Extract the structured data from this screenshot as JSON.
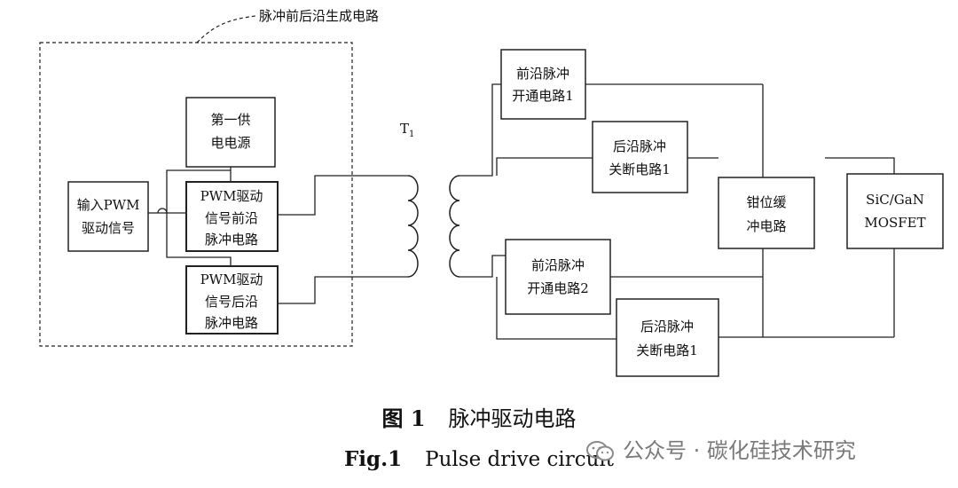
{
  "diagram": {
    "group_label": "脉冲前后沿生成电路",
    "transformer_label": "T",
    "transformer_subscript": "1",
    "blocks": {
      "pwm_input": [
        "输入PWM",
        "驱动信号"
      ],
      "power_supply": [
        "第一供",
        "电电源"
      ],
      "leading_gen": [
        "PWM驱动",
        "信号前沿",
        "脉冲电路"
      ],
      "trailing_gen": [
        "PWM驱动",
        "信号后沿",
        "脉冲电路"
      ],
      "leading_on_1": [
        "前沿脉冲",
        "开通电路1"
      ],
      "trailing_off_1": [
        "后沿脉冲",
        "关断电路1"
      ],
      "leading_on_2": [
        "前沿脉冲",
        "开通电路2"
      ],
      "trailing_off_2": [
        "后沿脉冲",
        "关断电路1"
      ],
      "clamp": [
        "钳位缓",
        "冲电路"
      ],
      "mosfet": [
        "SiC/GaN",
        "MOSFET"
      ]
    }
  },
  "caption": {
    "cn_label": "图 1",
    "cn_title": "脉冲驱动电路",
    "en_label": "Fig.1",
    "en_title": "Pulse drive circuit"
  },
  "watermark": {
    "icon": "wechat-icon",
    "text": "公众号 · 碳化硅技术研究"
  }
}
